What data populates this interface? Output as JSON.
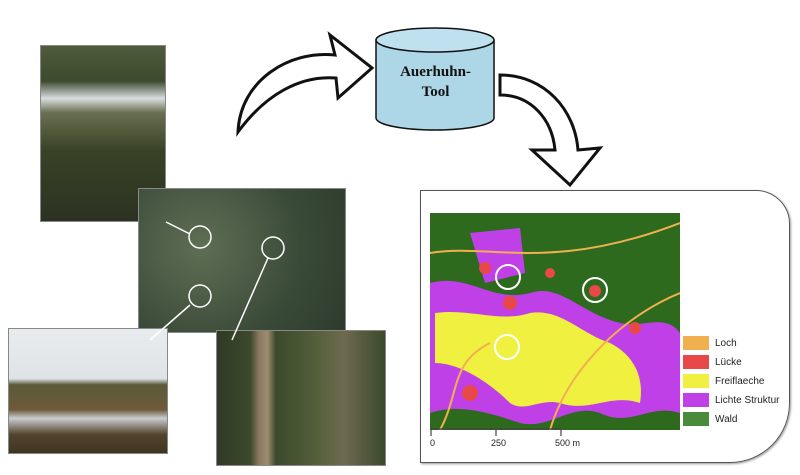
{
  "tool": {
    "label_line1": "Auerhuhn-",
    "label_line2": "Tool"
  },
  "legend": [
    {
      "label": "Loch",
      "color": "#f0b050"
    },
    {
      "label": "Lücke",
      "color": "#e84848"
    },
    {
      "label": "Freiflaeche",
      "color": "#f0f040"
    },
    {
      "label": "Lichte Struktur",
      "color": "#c040e8"
    },
    {
      "label": "Wald",
      "color": "#4a8a3a"
    }
  ],
  "scale": {
    "t0": "0",
    "t1": "250",
    "t2": "500 m"
  }
}
